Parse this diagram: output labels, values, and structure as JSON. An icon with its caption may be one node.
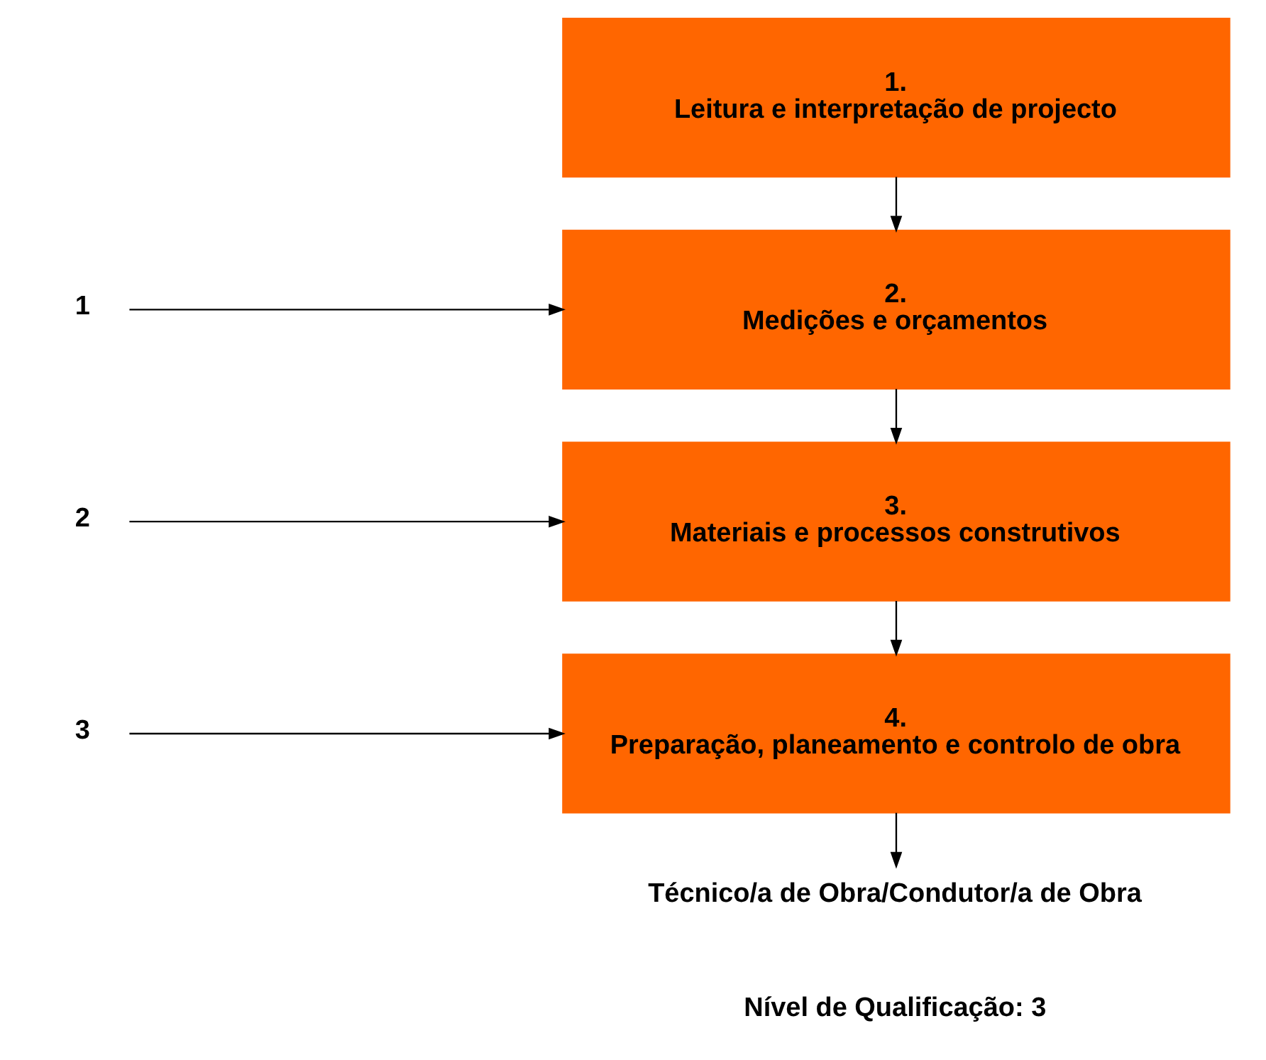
{
  "diagram": {
    "nodes": [
      {
        "text": [
          "1.",
          "Leitura e interpretação de projecto"
        ]
      },
      {
        "text": [
          "2.",
          "Medições e orçamentos"
        ]
      },
      {
        "text": [
          "3.",
          "Materiais e processos construtivos"
        ]
      },
      {
        "text": [
          "4.",
          "Preparação, planeamento e controlo de obra"
        ]
      },
      {
        "text": [
          "Técnico/a de Obra/Condutor/a de Obra"
        ]
      },
      {
        "text": [
          "1"
        ]
      },
      {
        "text": [
          "2"
        ]
      },
      {
        "text": [
          "3"
        ]
      }
    ],
    "edges": [
      {
        "from": 0,
        "to": 1,
        "arrow": "to"
      },
      {
        "from": 1,
        "to": 2,
        "arrow": "to"
      },
      {
        "from": 2,
        "to": 3,
        "arrow": "to"
      },
      {
        "from": 3,
        "to": 4,
        "arrow": "to"
      },
      {
        "from": 5,
        "to": 1,
        "arrow": "to"
      },
      {
        "from": 6,
        "to": 2,
        "arrow": "to"
      },
      {
        "from": 7,
        "to": 3,
        "arrow": "to"
      }
    ],
    "labels": [
      "Nível de Qualificação: 3"
    ]
  }
}
